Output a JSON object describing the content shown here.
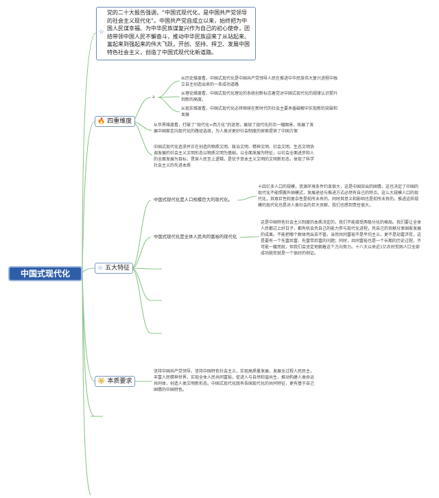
{
  "root": {
    "title": "中国式现代化"
  },
  "intro": {
    "icon": "star-icon",
    "text": "党的二十大报告强调，“中国式现代化，是中国共产党领导的社会主义现代化”。中国共产党自成立以来，始终把为中国人民谋幸福、为中华民族谋复兴作为自己的初心使命，团结带领中国人民不懈奋斗，推动中华民族迎来了从站起来、富起来到强起来的伟大飞跃，开创、坚持、捍卫、发展中国特色社会主义，创造了中国式现代化新道路。"
  },
  "dims": {
    "title": "四重维度",
    "icon": "fire-icon",
    "sub_marker": "a",
    "items": [
      "从历史维度看，中国式现代化是中国共产党领导人民在推进中华民族伟大复兴进程中独立自主创造出来的一条成功道路",
      "从理论维度看，中国式现代化理论的系统创新标志着党对中国式现代化的规律认识提升到新的高度。",
      "从现实维度看，中国式现代化必将继续在新时代的社会主要矛盾破解中实现新的突破和发展"
    ],
    "world": "从世界维度看，打破了“现代化=西方化”的迷思，展现了现代化的另一幅图景，拓展了发展中国家走向现代化的路径选择，为人类对更好社会制度的探索提供了中国方案",
    "goal": "中国式现代化追求并正在创造的物质文明、政治文明、精神文明、社会文明、生态文明协调发展的社会主义文明形态以物质文明为基础，以全面发展为特征，以社会全面进步和人的全面发展为目标，贯穿人民至上逻辑，是优于资本主义文明的文明新形态，体现了科学社会主义的先进本质"
  },
  "features": {
    "title": "五大特征",
    "icon": "star-icon",
    "items": [
      {
        "label": "中国式现代化是人口规模巨大的现代化。",
        "desc": "十四亿多人口的规模，资源环境条件约束很大，这是中国突出的国情，这也决定了中国的现代化不能照搬外国模式，发展途径与推进方式必然有自己的特点。这么大规模人口的现代化，其艰巨性和复杂性是前所未有的，同时其意义和影响也是前所未有的，推进这样规模的现代化也是对人类社会的巨大贡献，我们也感到责任很大。"
      },
      {
        "label": "中国式现代化是全体人民共同富裕的现代化",
        "desc": "这是中国特色社会主义制度的本质决定的，我们不能接受两极分化的格局。我们要让全体人民都过上好日子，都有机会凭自己的能力参与现代化进程，凭自己的贡献分享国家发展的成果。不能把哪个群体甩出去不管。当然共同富裕不是平均主义，更不是劫富济贫，这是要有一个先富后富、先富带后富的问题；同时，共同富裕也是一个长期的历史过程，不可能一蹴而就，但我们会坚定地朝着这个方向努力。十八大以来近1亿农村贫困人口全部成功脱贫就是一个很好的例证。"
      }
    ]
  },
  "essence": {
    "title": "本质要求",
    "icon": "medal-icon",
    "text": "坚持中国共产党领导，坚持中国特色社会主义，实现高质量发展，发展全过程人民民主，丰富人民精神世界，实现全体人民共同富裕，促进人与自然和谐共生，推动构建人类命运共同体，创造人类文明新形态。中国式现代化既有各国现代化的共同特征，更有基于自己国情的中国特色。"
  }
}
